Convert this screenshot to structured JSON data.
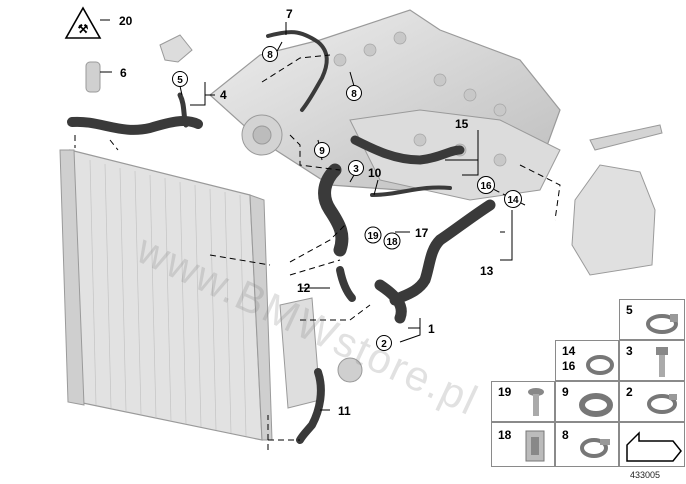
{
  "callouts": {
    "c1": "1",
    "c2": "2",
    "c3": "3",
    "c4": "4",
    "c5": "5",
    "c6": "6",
    "c7": "7",
    "c8a": "8",
    "c8b": "8",
    "c9": "9",
    "c10": "10",
    "c11": "11",
    "c12": "12",
    "c13": "13",
    "c14": "14",
    "c15": "15",
    "c16": "16",
    "c17": "17",
    "c18": "18",
    "c19": "19",
    "c20": "20"
  },
  "legend": {
    "l5": "5",
    "l14": "14",
    "l16": "16",
    "l3": "3",
    "l19": "19",
    "l9": "9",
    "l2": "2",
    "l18": "18",
    "l8": "8"
  },
  "watermark": "www.BMWstore.pl",
  "document_id": "433005",
  "colors": {
    "part_fill": "#d9d9d9",
    "part_stroke": "#9a9a9a",
    "hose": "#3a3a3a",
    "line": "#000000",
    "legend_border": "#8a8a8a"
  }
}
